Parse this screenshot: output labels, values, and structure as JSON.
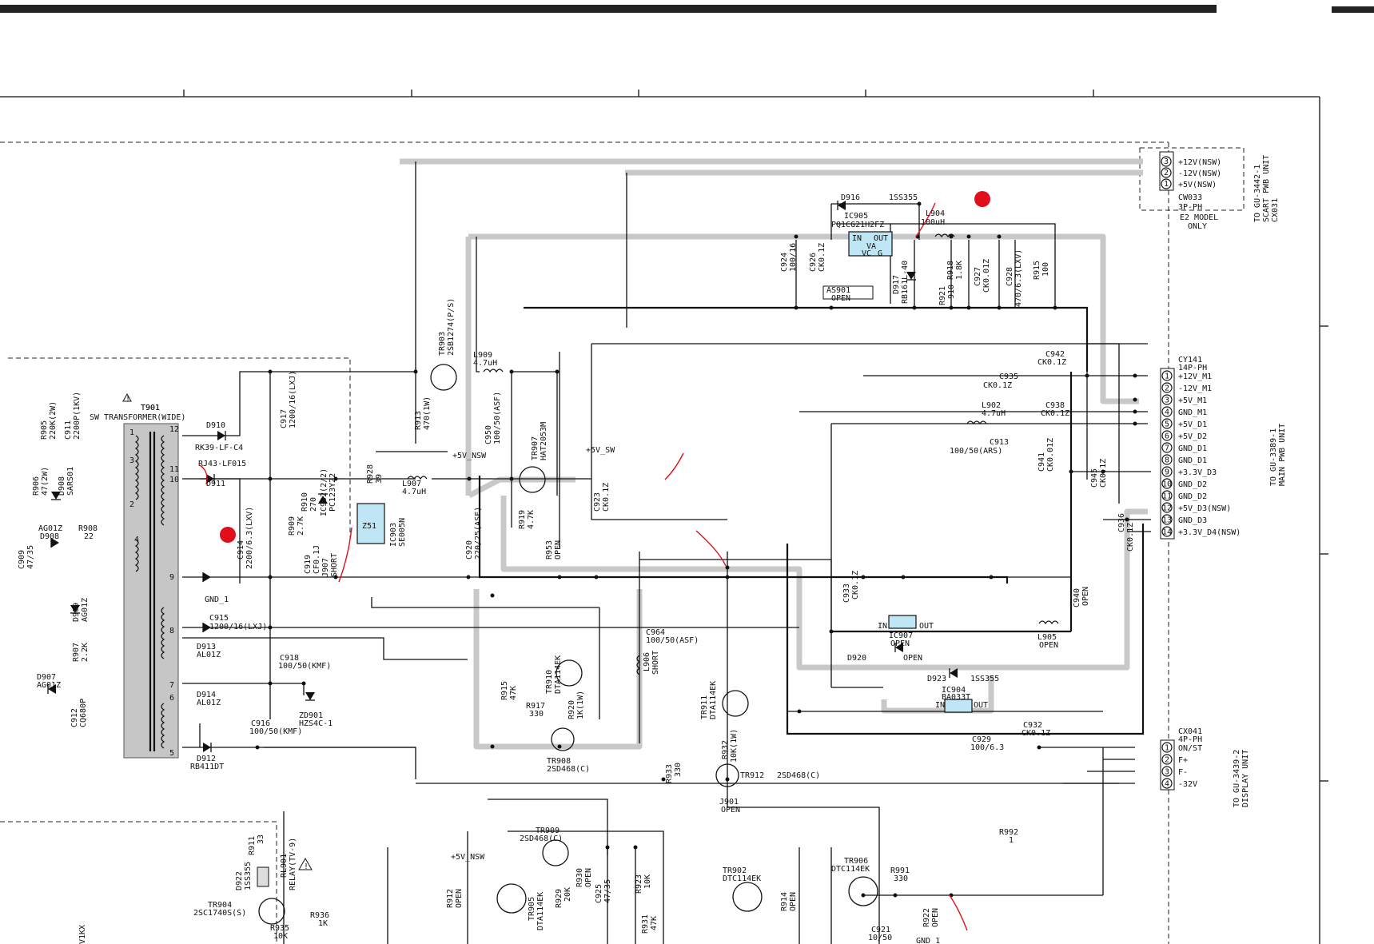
{
  "transformer": {
    "ref": "T901",
    "label": "SW TRANSFORMER(WIDE)",
    "pins_left": [
      "1",
      "2",
      "3",
      "4",
      "5",
      "6",
      "7",
      "8",
      "9",
      "10",
      "11",
      "12"
    ]
  },
  "connectors": {
    "cw033": {
      "ref": "CW033",
      "type": "3P-PH",
      "note": "E2 MODEL",
      "note2": "ONLY",
      "dest1": "TO GU-3442-1",
      "dest2": "SCART PWB UNIT",
      "dest3": "CX031",
      "pins": [
        {
          "n": "3",
          "sig": "+12V(NSW)"
        },
        {
          "n": "2",
          "sig": "-12V(NSW)"
        },
        {
          "n": "1",
          "sig": "+5V(NSW)"
        }
      ]
    },
    "cy141": {
      "ref": "CY141",
      "type": "14P-PH",
      "dest1": "TO GU-3389-1",
      "dest2": "MAIN PWB UNIT",
      "pins": [
        {
          "n": "1",
          "sig": "+12V_M1"
        },
        {
          "n": "2",
          "sig": "-12V_M1"
        },
        {
          "n": "3",
          "sig": "+5V_M1"
        },
        {
          "n": "4",
          "sig": "GND_M1"
        },
        {
          "n": "5",
          "sig": "+5V_D1"
        },
        {
          "n": "6",
          "sig": "+5V_D2"
        },
        {
          "n": "7",
          "sig": "GND_D1"
        },
        {
          "n": "8",
          "sig": "GND_D1"
        },
        {
          "n": "9",
          "sig": "+3.3V_D3"
        },
        {
          "n": "10",
          "sig": "GND_D2"
        },
        {
          "n": "11",
          "sig": "GND_D2"
        },
        {
          "n": "12",
          "sig": "+5V_D3(NSW)"
        },
        {
          "n": "13",
          "sig": "GND_D3"
        },
        {
          "n": "14",
          "sig": "+3.3V_D4(NSW)"
        }
      ]
    },
    "cx041": {
      "ref": "CX041",
      "type": "4P-PH",
      "dest1": "TO GU-3439-2",
      "dest2": "DISPLAY UNIT",
      "pins": [
        {
          "n": "1",
          "sig": "ON/ST"
        },
        {
          "n": "2",
          "sig": "F+"
        },
        {
          "n": "3",
          "sig": "F-"
        },
        {
          "n": "4",
          "sig": "-32V"
        }
      ]
    }
  },
  "ics": {
    "ic905": {
      "ref": "IC905",
      "part": "PQ1CG21H2FZ",
      "in": "IN",
      "out": "OUT",
      "vc": "VC",
      "g": "G",
      "va": "VA"
    },
    "ic903": {
      "ref": "IC903",
      "part": "SE005N",
      "body": "Z51"
    },
    "ic907": {
      "ref": "IC907",
      "part": "OPEN",
      "in": "IN",
      "out": "OUT"
    },
    "ic904": {
      "ref": "IC904",
      "part": "BA033T",
      "in": "IN",
      "out": "OUT"
    }
  },
  "labels": [
    {
      "id": "d916",
      "t": "D916"
    },
    {
      "id": "d916p",
      "t": "1SS355"
    },
    {
      "id": "l904",
      "t": "L904"
    },
    {
      "id": "l904v",
      "t": "100uH"
    },
    {
      "id": "c924",
      "t": "C924"
    },
    {
      "id": "c924v",
      "t": "100/16"
    },
    {
      "id": "c926",
      "t": "C926"
    },
    {
      "id": "c926v",
      "t": "CK0.1Z"
    },
    {
      "id": "as901",
      "t": "AS901"
    },
    {
      "id": "as901v",
      "t": "OPEN"
    },
    {
      "id": "d917",
      "t": "D917"
    },
    {
      "id": "d917v",
      "t": "RB161L-40"
    },
    {
      "id": "r918",
      "t": "R918"
    },
    {
      "id": "r918v",
      "t": "1.8K"
    },
    {
      "id": "r921",
      "t": "R921"
    },
    {
      "id": "r921v",
      "t": "910"
    },
    {
      "id": "c927",
      "t": "C927"
    },
    {
      "id": "c927v",
      "t": "CK0.01Z"
    },
    {
      "id": "c928",
      "t": "C928"
    },
    {
      "id": "c928v",
      "t": "470/6.3(LXV)"
    },
    {
      "id": "r915",
      "t": "R915"
    },
    {
      "id": "r915v",
      "t": "100"
    },
    {
      "id": "tr903",
      "t": "TR903"
    },
    {
      "id": "tr903v",
      "t": "2SB1274(P/S)"
    },
    {
      "id": "l909",
      "t": "L909"
    },
    {
      "id": "l909v",
      "t": "4.7uH"
    },
    {
      "id": "r913",
      "t": "R913"
    },
    {
      "id": "r913v",
      "t": "470(1W)"
    },
    {
      "id": "c950",
      "t": "C950"
    },
    {
      "id": "c950v",
      "t": "100/50(ASF)"
    },
    {
      "id": "tr907",
      "t": "TR907"
    },
    {
      "id": "tr907v",
      "t": "HAT2053M"
    },
    {
      "id": "c942",
      "t": "C942"
    },
    {
      "id": "c942v",
      "t": "CK0.1Z"
    },
    {
      "id": "c935",
      "t": "C935"
    },
    {
      "id": "c935v",
      "t": "CK0.1Z"
    },
    {
      "id": "c938",
      "t": "C938"
    },
    {
      "id": "c938v",
      "t": "CK0.1Z"
    },
    {
      "id": "l902",
      "t": "L902"
    },
    {
      "id": "l902v",
      "t": "4.7uH"
    },
    {
      "id": "c913",
      "t": "C913"
    },
    {
      "id": "c913v",
      "t": "100/50(ARS)"
    },
    {
      "id": "c941",
      "t": "C941"
    },
    {
      "id": "c941v",
      "t": "CK0.01Z"
    },
    {
      "id": "c945",
      "t": "C945"
    },
    {
      "id": "c945v",
      "t": "CK0.1Z"
    },
    {
      "id": "c936",
      "t": "C936"
    },
    {
      "id": "c936v",
      "t": "CK0.1Z"
    },
    {
      "id": "t901s",
      "t": "T901"
    },
    {
      "id": "r905",
      "t": "R905"
    },
    {
      "id": "r905v",
      "t": "220K(2W)"
    },
    {
      "id": "c911",
      "t": "C911"
    },
    {
      "id": "c911v",
      "t": "2200P(1KV)"
    },
    {
      "id": "d910",
      "t": "D910"
    },
    {
      "id": "d910v",
      "t": "RK39-LF-C4"
    },
    {
      "id": "c917",
      "t": "C917"
    },
    {
      "id": "c917v",
      "t": "1200/16(LXJ)"
    },
    {
      "id": "rj43",
      "t": "RJ43-LF015"
    },
    {
      "id": "d911",
      "t": "D911"
    },
    {
      "id": "r906",
      "t": "R906"
    },
    {
      "id": "r906v",
      "t": "47(2W)"
    },
    {
      "id": "d908",
      "t": "D908"
    },
    {
      "id": "d908v",
      "t": "SARS01"
    },
    {
      "id": "r910",
      "t": "R910"
    },
    {
      "id": "r910v",
      "t": "270"
    },
    {
      "id": "r909",
      "t": "R909"
    },
    {
      "id": "r909v",
      "t": "2.7K"
    },
    {
      "id": "ic902",
      "t": "IC902(2/2)"
    },
    {
      "id": "ic902v",
      "t": "PC123Y22"
    },
    {
      "id": "r928",
      "t": "R928"
    },
    {
      "id": "r928v",
      "t": "39"
    },
    {
      "id": "l907",
      "t": "L907"
    },
    {
      "id": "l907v",
      "t": "4.7uH"
    },
    {
      "id": "v5nsw",
      "t": "+5V_NSW"
    },
    {
      "id": "v5sw",
      "t": "+5V_SW"
    },
    {
      "id": "r919",
      "t": "R919"
    },
    {
      "id": "r919v",
      "t": "4.7K"
    },
    {
      "id": "c920",
      "t": "C920"
    },
    {
      "id": "c920v",
      "t": "220/25(ASF)"
    },
    {
      "id": "c923",
      "t": "C923"
    },
    {
      "id": "c923v",
      "t": "CK0.1Z"
    },
    {
      "id": "ag01z",
      "t": "AG01Z"
    },
    {
      "id": "d909a",
      "t": "D908"
    },
    {
      "id": "r908",
      "t": "R908"
    },
    {
      "id": "r908v",
      "t": "22"
    },
    {
      "id": "c909",
      "t": "C909"
    },
    {
      "id": "c909v",
      "t": "47/35"
    },
    {
      "id": "c914",
      "t": "C914"
    },
    {
      "id": "c914v",
      "t": "2200/6.3(LXV)"
    },
    {
      "id": "c919",
      "t": "C919"
    },
    {
      "id": "c919v",
      "t": "CF0.1J"
    },
    {
      "id": "j907",
      "t": "J907"
    },
    {
      "id": "j907v",
      "t": "SHORT"
    },
    {
      "id": "r953",
      "t": "R953"
    },
    {
      "id": "r953v",
      "t": "OPEN"
    },
    {
      "id": "gnd1",
      "t": "GND_1"
    },
    {
      "id": "c933",
      "t": "C933"
    },
    {
      "id": "c933v",
      "t": "CK0.1Z"
    },
    {
      "id": "c940",
      "t": "C940"
    },
    {
      "id": "c940v",
      "t": "OPEN"
    },
    {
      "id": "c915",
      "t": "C915"
    },
    {
      "id": "c915v",
      "t": "1200/16(LXJ)"
    },
    {
      "id": "d913",
      "t": "D913"
    },
    {
      "id": "d913v",
      "t": "AL01Z"
    },
    {
      "id": "c964",
      "t": "C964"
    },
    {
      "id": "c964v",
      "t": "100/50(ASF)"
    },
    {
      "id": "l905",
      "t": "L905"
    },
    {
      "id": "l905v",
      "t": "OPEN"
    },
    {
      "id": "d920",
      "t": "D920"
    },
    {
      "id": "d920v",
      "t": "OPEN"
    },
    {
      "id": "d909",
      "t": "D909"
    },
    {
      "id": "d909v",
      "t": "AG01Z"
    },
    {
      "id": "r907",
      "t": "R907"
    },
    {
      "id": "r907v",
      "t": "2.2K"
    },
    {
      "id": "c918",
      "t": "C918"
    },
    {
      "id": "c918v",
      "t": "100/50(KMF)"
    },
    {
      "id": "tr910",
      "t": "TR910"
    },
    {
      "id": "tr910v",
      "t": "DTA114EK"
    },
    {
      "id": "l906",
      "t": "L906"
    },
    {
      "id": "l906v",
      "t": "SHORT"
    },
    {
      "id": "d923",
      "t": "D923"
    },
    {
      "id": "d923v",
      "t": "1SS355"
    },
    {
      "id": "d907",
      "t": "D907"
    },
    {
      "id": "d907v",
      "t": "AG01Z"
    },
    {
      "id": "c912",
      "t": "C912"
    },
    {
      "id": "c912v",
      "t": "CQ680P"
    },
    {
      "id": "d914",
      "t": "D914"
    },
    {
      "id": "d914v",
      "t": "AL01Z"
    },
    {
      "id": "zd901",
      "t": "ZD901"
    },
    {
      "id": "zd901v",
      "t": "HZS4C-1"
    },
    {
      "id": "c916",
      "t": "C916"
    },
    {
      "id": "c916v",
      "t": "100/50(KMF)"
    },
    {
      "id": "r915b",
      "t": "R915"
    },
    {
      "id": "r915bv",
      "t": "47K"
    },
    {
      "id": "r917",
      "t": "R917"
    },
    {
      "id": "r917v",
      "t": "330"
    },
    {
      "id": "r920",
      "t": "R920"
    },
    {
      "id": "r920v",
      "t": "1K(1W)"
    },
    {
      "id": "tr911",
      "t": "TR911"
    },
    {
      "id": "tr911v",
      "t": "DTA114EK"
    },
    {
      "id": "c932",
      "t": "C932"
    },
    {
      "id": "c932v",
      "t": "CK0.1Z"
    },
    {
      "id": "c929",
      "t": "C929"
    },
    {
      "id": "c929v",
      "t": "100/6.3"
    },
    {
      "id": "d912",
      "t": "D912"
    },
    {
      "id": "d912v",
      "t": "RB411DT"
    },
    {
      "id": "tr908",
      "t": "TR908"
    },
    {
      "id": "tr908v",
      "t": "2SD468(C)"
    },
    {
      "id": "r933",
      "t": "R933"
    },
    {
      "id": "r933v",
      "t": "330"
    },
    {
      "id": "r932",
      "t": "R932"
    },
    {
      "id": "r932v",
      "t": "10K(1W)"
    },
    {
      "id": "tr912",
      "t": "TR912"
    },
    {
      "id": "tr912v",
      "t": "2SD468(C)"
    },
    {
      "id": "j901",
      "t": "J901"
    },
    {
      "id": "j901v",
      "t": "OPEN"
    },
    {
      "id": "tr909",
      "t": "TR909"
    },
    {
      "id": "tr909v",
      "t": "2SD468(C)"
    },
    {
      "id": "r992",
      "t": "R992"
    },
    {
      "id": "r992v",
      "t": "1"
    },
    {
      "id": "r911",
      "t": "R911"
    },
    {
      "id": "r911v",
      "t": "33"
    },
    {
      "id": "d922",
      "t": "D922"
    },
    {
      "id": "d922v",
      "t": "1SS355"
    },
    {
      "id": "rl901",
      "t": "RL901"
    },
    {
      "id": "rl901v",
      "t": "RELAY(TV-9)"
    },
    {
      "id": "v5nsw2",
      "t": "+5V_NSW"
    },
    {
      "id": "r912",
      "t": "R912"
    },
    {
      "id": "r912v",
      "t": "OPEN"
    },
    {
      "id": "tr905",
      "t": "TR905"
    },
    {
      "id": "tr905v",
      "t": "DTA114EK"
    },
    {
      "id": "r929",
      "t": "R929"
    },
    {
      "id": "r929v",
      "t": "20K"
    },
    {
      "id": "r930",
      "t": "R930"
    },
    {
      "id": "r930v",
      "t": "OPEN"
    },
    {
      "id": "c925",
      "t": "C925"
    },
    {
      "id": "c925v",
      "t": "47/35"
    },
    {
      "id": "r923",
      "t": "R923"
    },
    {
      "id": "r923v",
      "t": "10K"
    },
    {
      "id": "r931",
      "t": "R931"
    },
    {
      "id": "r931v",
      "t": "47K"
    },
    {
      "id": "tr902",
      "t": "TR902"
    },
    {
      "id": "tr902v",
      "t": "DTC114EK"
    },
    {
      "id": "r914",
      "t": "R914"
    },
    {
      "id": "r914v",
      "t": "OPEN"
    },
    {
      "id": "tr906",
      "t": "TR906"
    },
    {
      "id": "tr906v",
      "t": "DTC114EK"
    },
    {
      "id": "r991",
      "t": "R991"
    },
    {
      "id": "r991v",
      "t": "330"
    },
    {
      "id": "r922",
      "t": "R922"
    },
    {
      "id": "r922v",
      "t": "OPEN"
    },
    {
      "id": "c921",
      "t": "C921"
    },
    {
      "id": "c921v",
      "t": "10/50"
    },
    {
      "id": "tr904",
      "t": "TR904"
    },
    {
      "id": "tr904v",
      "t": "2SC1740S(S)"
    },
    {
      "id": "r936",
      "t": "R936"
    },
    {
      "id": "r936v",
      "t": "1K"
    },
    {
      "id": "r935",
      "t": "R935"
    },
    {
      "id": "r935v",
      "t": "10K"
    },
    {
      "id": "gnd1b",
      "t": "GND_1"
    },
    {
      "id": "v1kx",
      "t": "V1KX"
    }
  ]
}
